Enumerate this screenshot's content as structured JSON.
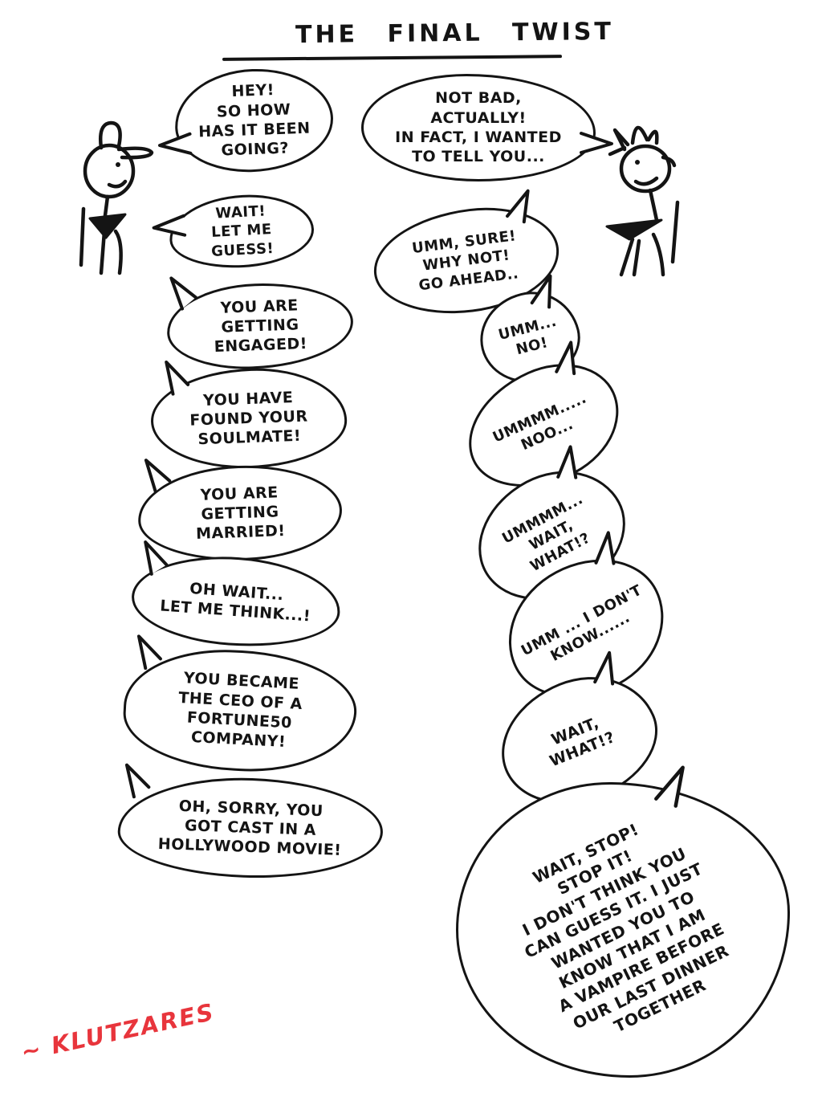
{
  "title": "THE FINAL TWIST",
  "signature": "~ KLUTZARES",
  "colors": {
    "ink": "#141414",
    "background": "#ffffff",
    "signature_red": "#e8353c"
  },
  "icons": {
    "left_character": "stick-figure-boy-with-cap",
    "right_character": "stick-figure-with-spiky-hair"
  },
  "dialogue": {
    "left": [
      "HEY!\nSO HOW\nHAS IT BEEN\nGOING?",
      "WAIT!\nLET ME\nGUESS!",
      "YOU ARE\nGETTING\nENGAGED!",
      "YOU HAVE\nFOUND YOUR\nSOULMATE!",
      "YOU ARE\nGETTING\nMARRIED!",
      "OH WAIT...\nLET ME THINK...!",
      "YOU BECAME\nTHE CEO OF A\nFORTUNE50\nCOMPANY!",
      "OH, SORRY, YOU\nGOT CAST IN A\nHOLLYWOOD MOVIE!"
    ],
    "right": [
      "NOT BAD,\nACTUALLY!\nIN FACT, I WANTED\nTO TELL YOU...",
      "UMM, SURE!\nWHY NOT!\nGO AHEAD..",
      "UMM...\nNO!",
      "UMMMM.....\nNOO...",
      "UMMMM...\nWAIT,\nWHAT!?",
      "UMM ... I DON'T\nKNOW......",
      "WAIT,\nWHAT!?",
      "WAIT, STOP!\nSTOP IT!\nI DON'T THINK YOU\nCAN GUESS IT. I JUST\nWANTED YOU TO\nKNOW THAT I AM\nA VAMPIRE BEFORE\nOUR LAST DINNER\nTOGETHER"
    ]
  }
}
